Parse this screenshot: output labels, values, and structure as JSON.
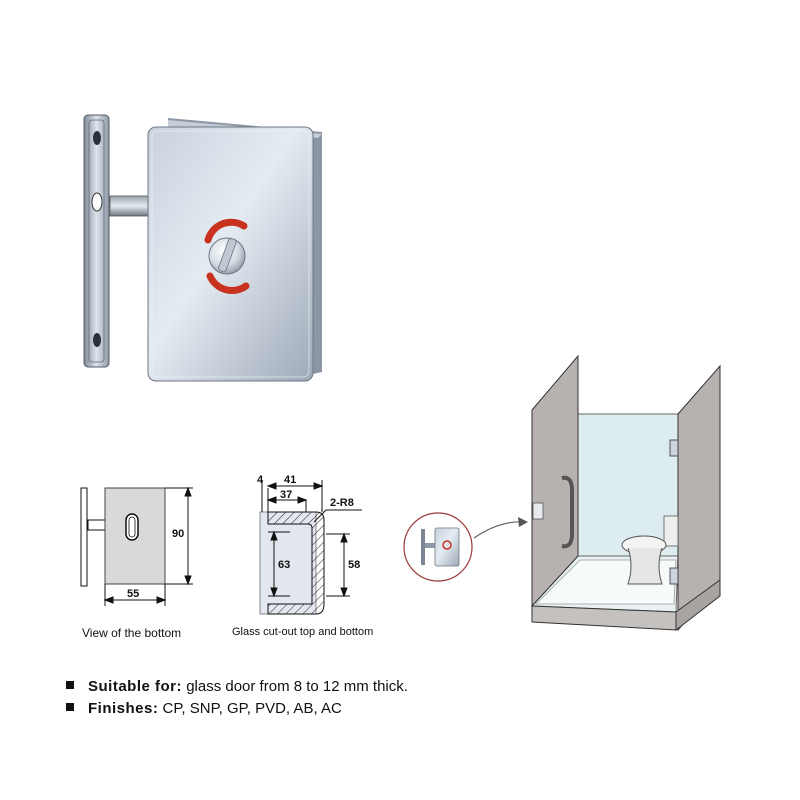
{
  "views": {
    "bottom": {
      "dim_height": "90",
      "dim_width": "55",
      "caption": "View of the bottom"
    },
    "cutout": {
      "dim_4": "4",
      "dim_41": "41",
      "dim_37": "37",
      "dim_radius": "2-R8",
      "dim_63": "63",
      "dim_58": "58",
      "caption": "Glass cut-out top and bottom"
    }
  },
  "specs": [
    {
      "label": "Suitable for:",
      "value": "glass door from 8 to 12 mm thick."
    },
    {
      "label": "Finishes:",
      "value": "CP, SNP, GP, PVD, AB, AC"
    }
  ],
  "colors": {
    "metal_light": "#dfe6ef",
    "metal_mid": "#aab4c2",
    "metal_dark": "#6c7684",
    "indicator_red": "#c8321f",
    "wall_gray": "#b7b2b0",
    "glass_blue": "#dcecef",
    "door_line": "#333333"
  }
}
